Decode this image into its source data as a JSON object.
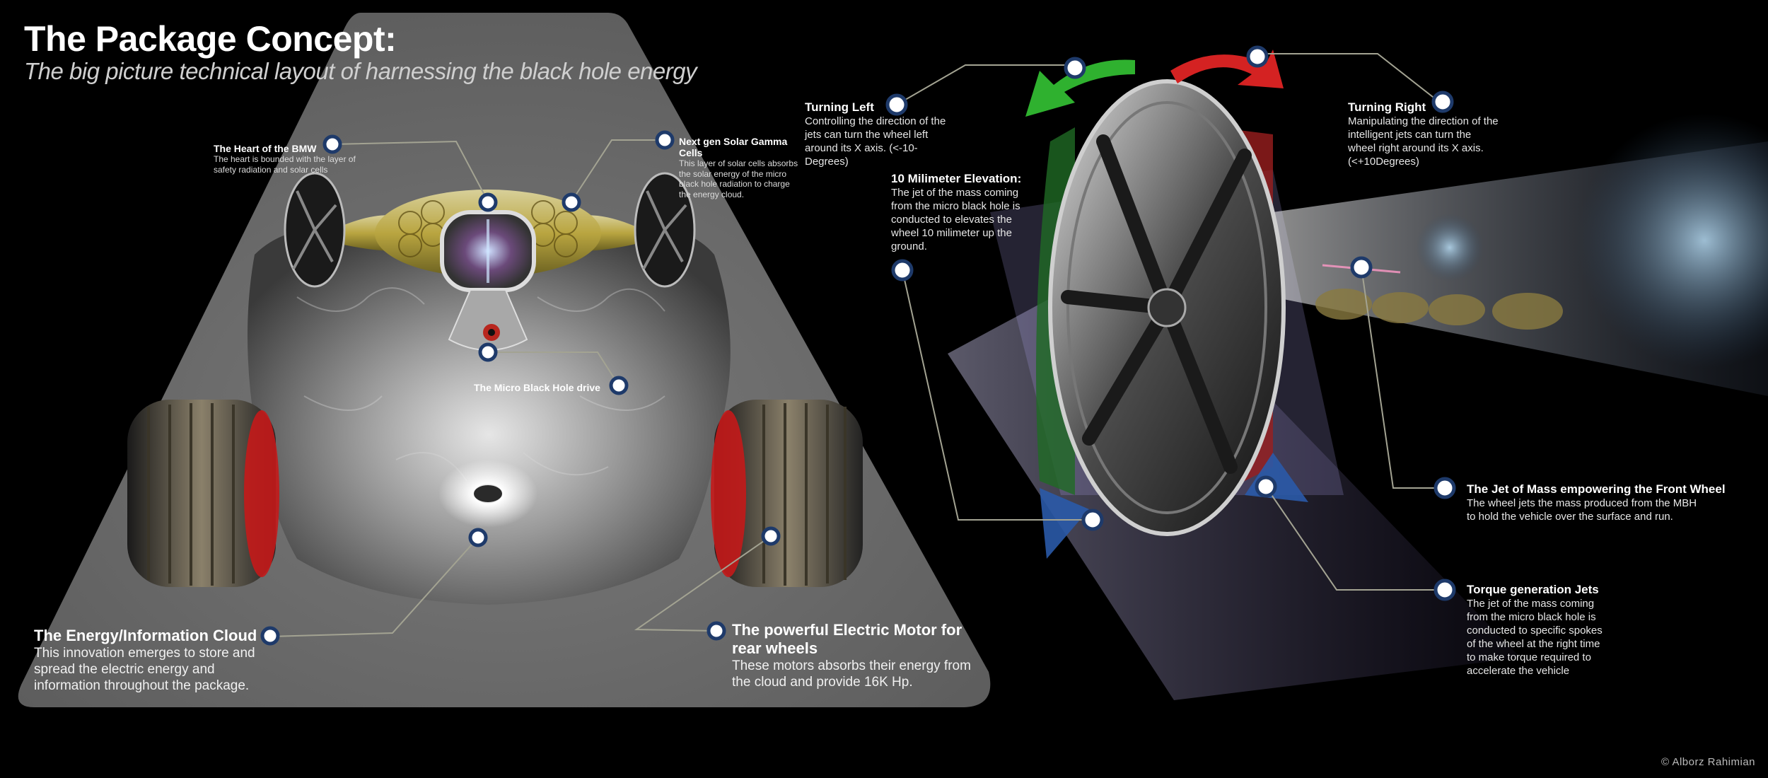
{
  "header": {
    "title": "The Package Concept:",
    "subtitle": "The big picture technical layout of harnessing the black hole energy"
  },
  "callouts": {
    "heart": {
      "title": "The Heart of the BMW",
      "desc": "The heart is bounded with the layer of safety radiation and solar cells"
    },
    "solar": {
      "title": "Next gen Solar Gamma Cells",
      "desc": "This layer of solar cells absorbs the solar energy of the micro black hole radiation to charge the energy cloud."
    },
    "mbh_drive": {
      "title": "The Micro Black Hole drive"
    },
    "energy_cloud": {
      "title": "The Energy/Information Cloud",
      "desc": "This innovation emerges to store and spread the electric energy and information throughout the package."
    },
    "motor": {
      "title": "The powerful Electric Motor for rear wheels",
      "desc": "These motors absorbs their energy from the cloud and provide 16K Hp."
    },
    "turning_left": {
      "title": "Turning Left",
      "desc": "Controlling the direction of the jets can turn the wheel left around its X axis. (<-10-Degrees)"
    },
    "elevation": {
      "title": "10 Milimeter Elevation:",
      "desc": "The jet of the mass coming from the micro black hole is conducted to elevates the wheel 10 milimeter up the ground."
    },
    "turning_right": {
      "title": "Turning Right",
      "desc": "Manipulating the direction of the intelligent jets can turn the wheel right around its X axis. (<+10Degrees)"
    },
    "jet_mass": {
      "title": "The Jet of Mass empowering the Front Wheel",
      "desc": "The wheel jets the mass produced from the MBH to hold the vehicle over the surface and run."
    },
    "torque": {
      "title": "Torque generation Jets",
      "desc": "The jet of the mass coming from the micro black hole is conducted to specific spokes of the wheel at the right time to make torque required to accelerate the vehicle"
    }
  },
  "footer": {
    "copyright": "Alborz Rahimian",
    "copyright_symbol": "©"
  },
  "colors": {
    "panel": "#6f6f6f",
    "marker_ring": "#1e3a6a",
    "leader": "#8a8a7a",
    "arrow_green": "#2fb12f",
    "arrow_red": "#d42222",
    "tire_red": "#c41a1a"
  }
}
